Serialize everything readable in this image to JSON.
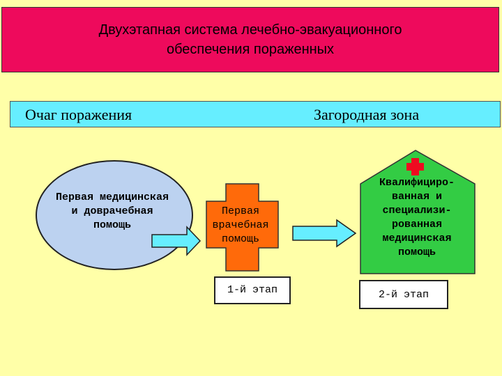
{
  "title": {
    "line1": "Двухэтапная система  лечебно-эвакуационного",
    "line2": "обеспечения пораженных"
  },
  "zones": {
    "left": "Очаг поражения",
    "right": "Загородная зона"
  },
  "first_aid": {
    "line1": "Первая медицинская",
    "line2": "и доврачебная",
    "line3": "помощь"
  },
  "medical_aid": {
    "line1": "Первая",
    "line2": "врачебная",
    "line3": "помощь"
  },
  "qualified_aid": {
    "line1": "Квалифициро-",
    "line2": "ванная и",
    "line3": "специализи-",
    "line4": "рованная",
    "line5": "медицинская",
    "line6": "помощь"
  },
  "stages": {
    "first": "1-й этап",
    "second": "2-й этап"
  },
  "colors": {
    "title_bg": "#ee0a5c",
    "band_bg": "#66eeff",
    "ellipse_bg": "#bcd2f0",
    "cross_bg": "#ff6a0a",
    "house_bg": "#33cc44",
    "arrow_bg": "#66eeff",
    "red_cross": "#ee0a20",
    "page_bg": "#ffffa8"
  }
}
